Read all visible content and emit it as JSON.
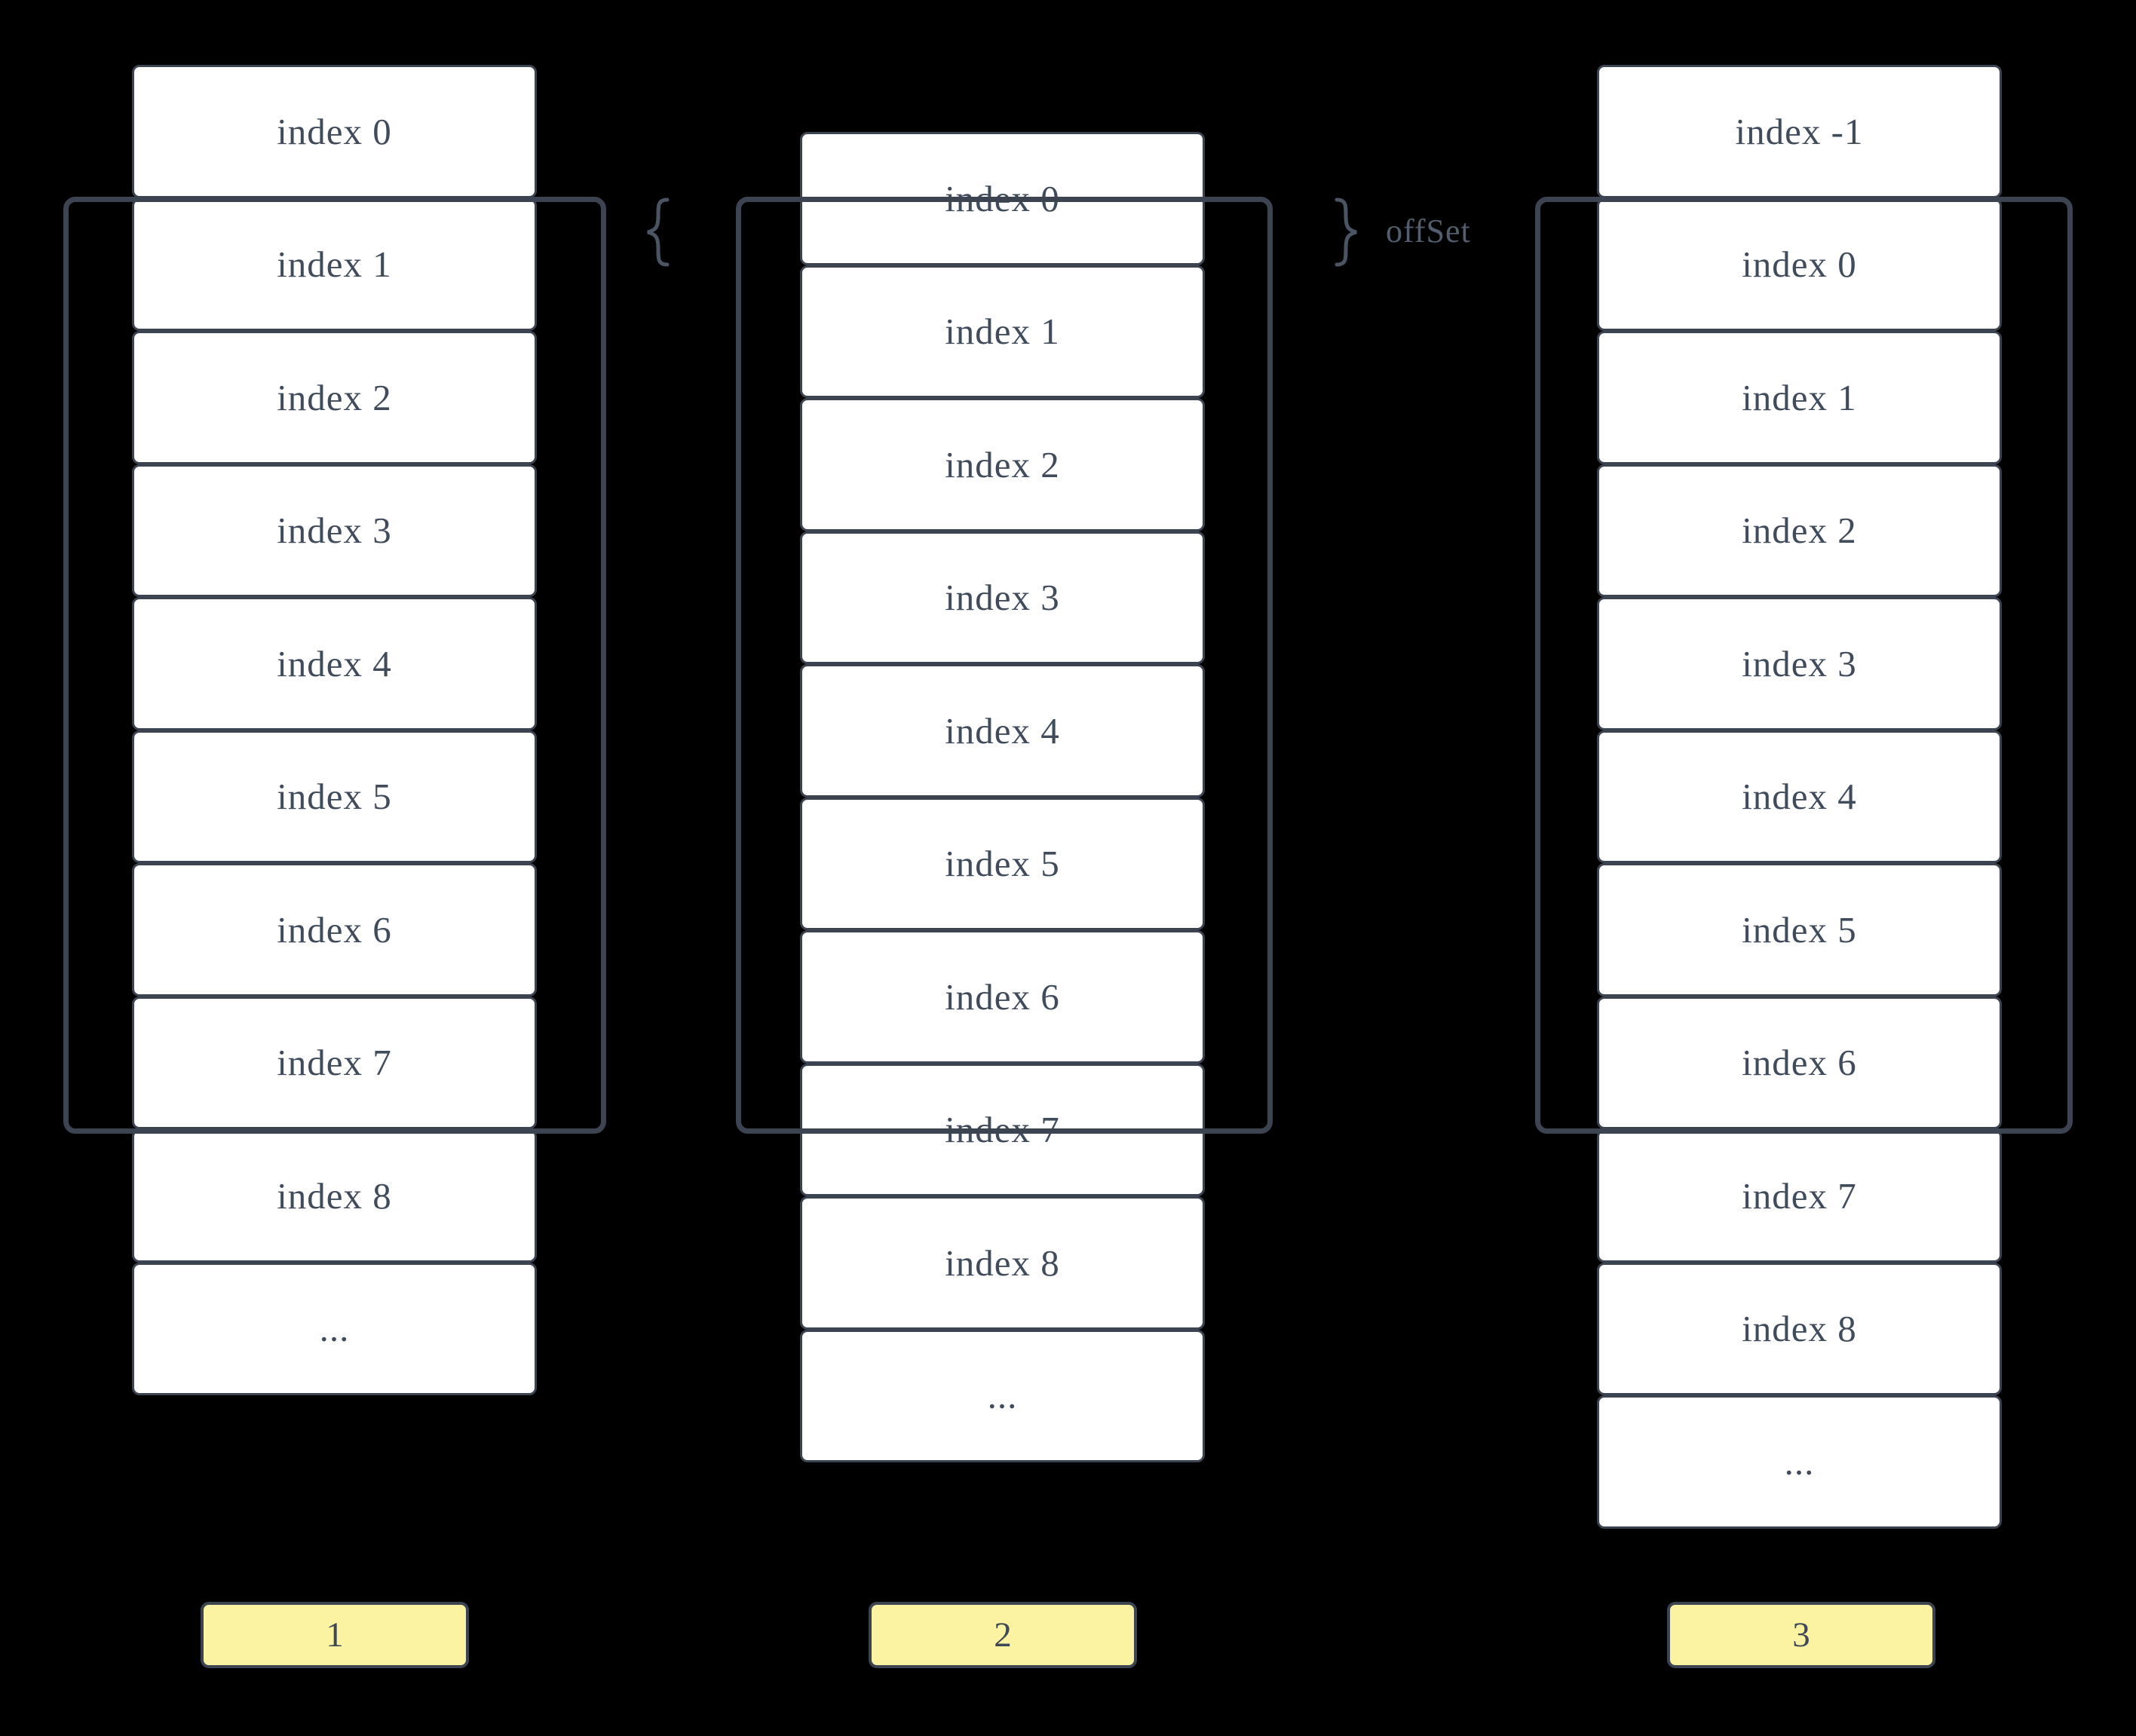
{
  "colors": {
    "bg": "#000000",
    "line": "#3d4451",
    "cell-fill": "#ffffff",
    "cell-text": "#404c5c",
    "muted": "#525e6d",
    "brace": "#4a5462",
    "badge-fill": "#fbf3a2",
    "badge-text": "#3e4856"
  },
  "columns": [
    {
      "badge": "1",
      "rows": [
        "index 0",
        "index 1",
        "index 2",
        "index 3",
        "index 4",
        "index 5",
        "index 6",
        "index 7",
        "index 8",
        "..."
      ]
    },
    {
      "badge": "2",
      "rows": [
        "index 0",
        "index 1",
        "index 2",
        "index 3",
        "index 4",
        "index 5",
        "index 6",
        "index 7",
        "index 8",
        "..."
      ]
    },
    {
      "badge": "3",
      "rows": [
        "index -1",
        "index 0",
        "index 1",
        "index 2",
        "index 3",
        "index 4",
        "index 5",
        "index 6",
        "index 7",
        "index 8",
        "..."
      ]
    }
  ],
  "annotations": {
    "offset_label": "offSet"
  }
}
